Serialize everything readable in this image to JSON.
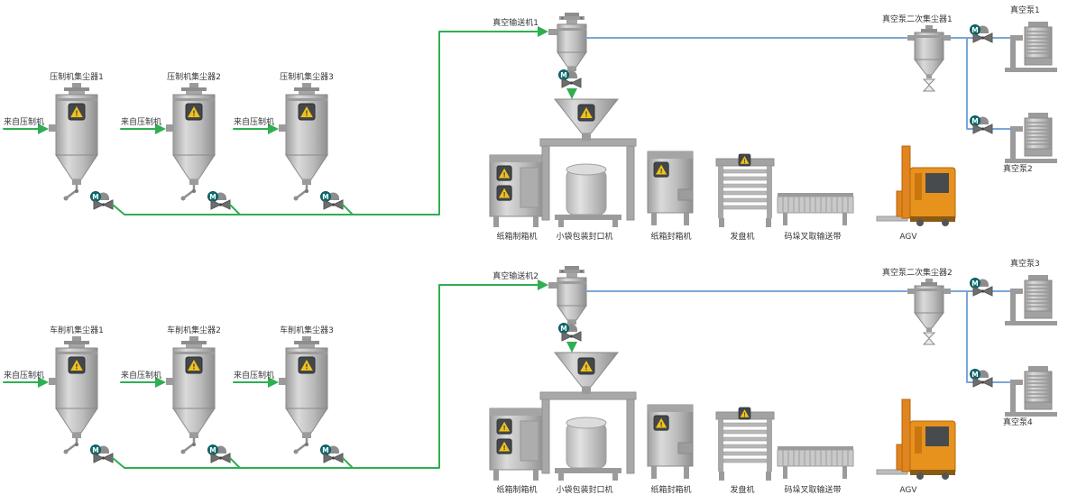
{
  "colors": {
    "pipe_green": "#2fae52",
    "pipe_blue": "#7ba6d9",
    "equipment_gray": "#bcbcbc",
    "warning_yellow": "#f2c21a",
    "warning_badge_bg": "#43474a",
    "motor_teal": "#0c6b6e",
    "agv_orange": "#e8921e",
    "label_color": "#333538"
  },
  "icons": {
    "motor_label": "M",
    "warning_mark": "!"
  },
  "sections": {
    "top": {
      "collectors": [
        {
          "label": "压制机集尘器1",
          "source": "来自压制机"
        },
        {
          "label": "压制机集尘器2",
          "source": "来自压制机"
        },
        {
          "label": "压制机集尘器3",
          "source": "来自压制机"
        }
      ],
      "conveyor": "真空输送机1",
      "secondary_collector": "真空泵二次集尘器1",
      "pumps": [
        "真空泵1",
        "真空泵2"
      ],
      "equipment": [
        "纸箱制箱机",
        "小袋包装封口机",
        "纸箱封箱机",
        "发盘机",
        "码垛叉取输送带",
        "AGV"
      ]
    },
    "bottom": {
      "collectors": [
        {
          "label": "车削机集尘器1",
          "source": "来自压制机"
        },
        {
          "label": "车削机集尘器2",
          "source": "来自压制机"
        },
        {
          "label": "车削机集尘器3",
          "source": "来自压制机"
        }
      ],
      "conveyor": "真空输送机2",
      "secondary_collector": "真空泵二次集尘器2",
      "pumps": [
        "真空泵3",
        "真空泵4"
      ],
      "equipment": [
        "纸箱制箱机",
        "小袋包装封口机",
        "纸箱封箱机",
        "发盘机",
        "码垛叉取输送带",
        "AGV"
      ]
    }
  }
}
